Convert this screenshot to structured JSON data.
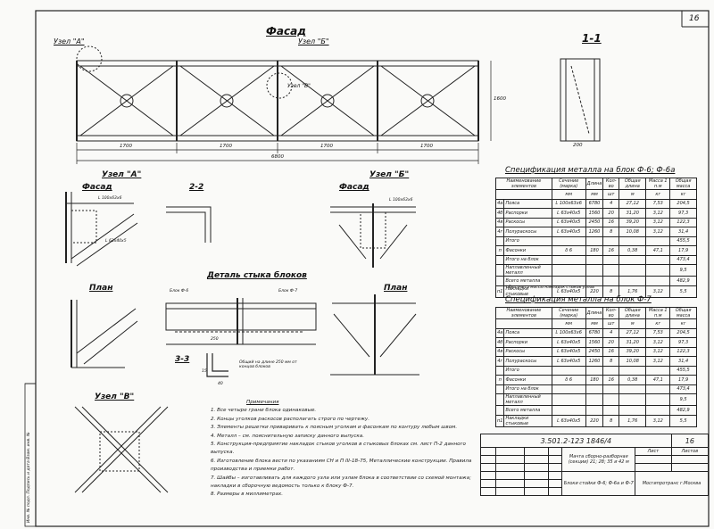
{
  "sheet_number": "16",
  "titles": {
    "facade_main": "Фасад",
    "section_1_1": "1-1",
    "node_a_top": "Узел \"А\"",
    "node_b_top": "Узел \"Б\"",
    "node_a": "Узел \"А\"",
    "node_b": "Узел \"Б\"",
    "node_v": "Узел \"В\"",
    "facade_a": "Фасад",
    "facade_b": "Фасад",
    "section_2_2": "2-2",
    "section_3_3": "3-3",
    "plan_a": "План",
    "plan_b": "План",
    "detail_joint": "Деталь стыка блоков",
    "node_v_center": "Узел \"В\""
  },
  "facade_dims": {
    "panel1": "1700",
    "panel2": "1700",
    "panel3": "1700",
    "panel4": "1700",
    "total": "6800",
    "height": "1600",
    "section_width": "200"
  },
  "spec1": {
    "title": "Спецификация металла на блок Ф-6; Ф-6а",
    "headers": [
      "Наименование элементов",
      "Сечение (марка)",
      "Длина",
      "Кол-во",
      "Общая длина",
      "Масса 1 п.м",
      "Общая масса"
    ],
    "units": [
      "",
      "мм",
      "мм",
      "шт",
      "м",
      "кг",
      "кг"
    ],
    "rows": [
      [
        "4а",
        "Пояса",
        "L 100x63x6",
        "6780",
        "4",
        "27,12",
        "7,53",
        "204,5"
      ],
      [
        "4б",
        "Распорки",
        "L 63x40x5",
        "1560",
        "20",
        "31,20",
        "3,12",
        "97,3"
      ],
      [
        "4в",
        "Раскосы",
        "L 63x40x5",
        "2450",
        "16",
        "39,20",
        "3,12",
        "122,3"
      ],
      [
        "4г",
        "Полураскосы",
        "L 63x40x5",
        "1260",
        "8",
        "10,08",
        "3,12",
        "31,4"
      ],
      [
        "",
        "Итого",
        "",
        "",
        "",
        "",
        "",
        "455,5"
      ],
      [
        "п",
        "Фасонки",
        "δ 6",
        "180",
        "16",
        "0,38",
        "47,1",
        "17,9"
      ],
      [
        "",
        "Итого на блок",
        "",
        "",
        "",
        "",
        "",
        "473,4"
      ],
      [
        "",
        "Наплавленный металл",
        "",
        "",
        "",
        "",
        "",
        "9,5"
      ],
      [
        "",
        "Всего металла",
        "",
        "",
        "",
        "",
        "",
        "482,9"
      ],
      [
        "п1",
        "Накладки стыковые",
        "L 63x40x5",
        "220",
        "8",
        "1,76",
        "3,12",
        "5,5"
      ]
    ],
    "note": "* Без учета массы накладок стыков узлов"
  },
  "spec2": {
    "title": "Спецификация металла на блок Ф-7",
    "headers": [
      "Наименование элементов",
      "Сечение (марка)",
      "Длина",
      "Кол-во",
      "Общая длина",
      "Масса 1 п.м",
      "Общая масса"
    ],
    "units": [
      "",
      "мм",
      "мм",
      "шт",
      "м",
      "кг",
      "кг"
    ],
    "rows": [
      [
        "4а",
        "Пояса",
        "L 100x63x6",
        "6780",
        "4",
        "27,12",
        "7,53",
        "204,5"
      ],
      [
        "4б",
        "Распорки",
        "L 63x40x5",
        "1560",
        "20",
        "31,20",
        "3,12",
        "97,3"
      ],
      [
        "4в",
        "Раскосы",
        "L 63x40x5",
        "2450",
        "16",
        "39,20",
        "3,12",
        "122,3"
      ],
      [
        "4г",
        "Полураскосы",
        "L 63x40x5",
        "1260",
        "8",
        "10,08",
        "3,12",
        "31,4"
      ],
      [
        "",
        "Итого",
        "",
        "",
        "",
        "",
        "",
        "455,5"
      ],
      [
        "п",
        "Фасонки",
        "δ 6",
        "180",
        "16",
        "0,38",
        "47,1",
        "17,9"
      ],
      [
        "",
        "Итого на блок",
        "",
        "",
        "",
        "",
        "",
        "473,4"
      ],
      [
        "",
        "Наплавленный металл",
        "",
        "",
        "",
        "",
        "",
        "9,5"
      ],
      [
        "",
        "Всего металла",
        "",
        "",
        "",
        "",
        "",
        "482,9"
      ],
      [
        "п1",
        "Накладки стыковые",
        "L 63x40x5",
        "220",
        "8",
        "1,76",
        "3,12",
        "5,5"
      ]
    ]
  },
  "notes": {
    "heading": "Примечания",
    "items": [
      "1. Все четыре грани блока одинаковые.",
      "2. Концы уголков раскосов располагать строго по чертежу.",
      "3. Элементы решетки приваривать к поясным уголкам и фасонкам по контуру любым швом.",
      "4. Металл – см. пояснительную записку данного выпуска.",
      "5. Конструкция-предприятие накладок стыков уголков в стыковых блоках см. лист П-2 данного выпуска.",
      "6. Изготовление блока вести по указаниям СН и П III-18-75, Металлические конструкции. Правила производства и приемки работ.",
      "7. Шайбы – изготавливать для каждого узла или узлам блока в соответствии со схемой монтажа; накладки в сборочную ведомость только к блоку Ф-7.",
      "8. Размеры в миллиметрах."
    ]
  },
  "stamp": {
    "code": "3.501.2-123 1846/4",
    "sheet": "16",
    "project": "Мачта сборно-разборная (секции) 21; 28; 35 и 42 м",
    "drawing": "Блоки стойки Ф-6; Ф-6а и Ф-7",
    "org": "Мосгипротранс г.Москва",
    "stage_label": "Лист",
    "sheets_label": "Листов"
  },
  "side_stamp": "Инв. № подл.   Подпись и дата   Взам. инв. №",
  "labels": {
    "node_a_chord": "L 100x63x6",
    "node_a_diag": "L 63x40x5",
    "node_b_chord": "L 100x63x6",
    "detail_block_f6": "Блок Ф-6",
    "detail_block_f7": "Блок Ф-7",
    "detail_bolt_note": "Общий на длине 250 мм от концов блоков",
    "dim_250": "250",
    "dim_40": "40",
    "dim_15": "15"
  },
  "colors": {
    "ink": "#1a1a1a",
    "paper": "#fafaf8"
  }
}
